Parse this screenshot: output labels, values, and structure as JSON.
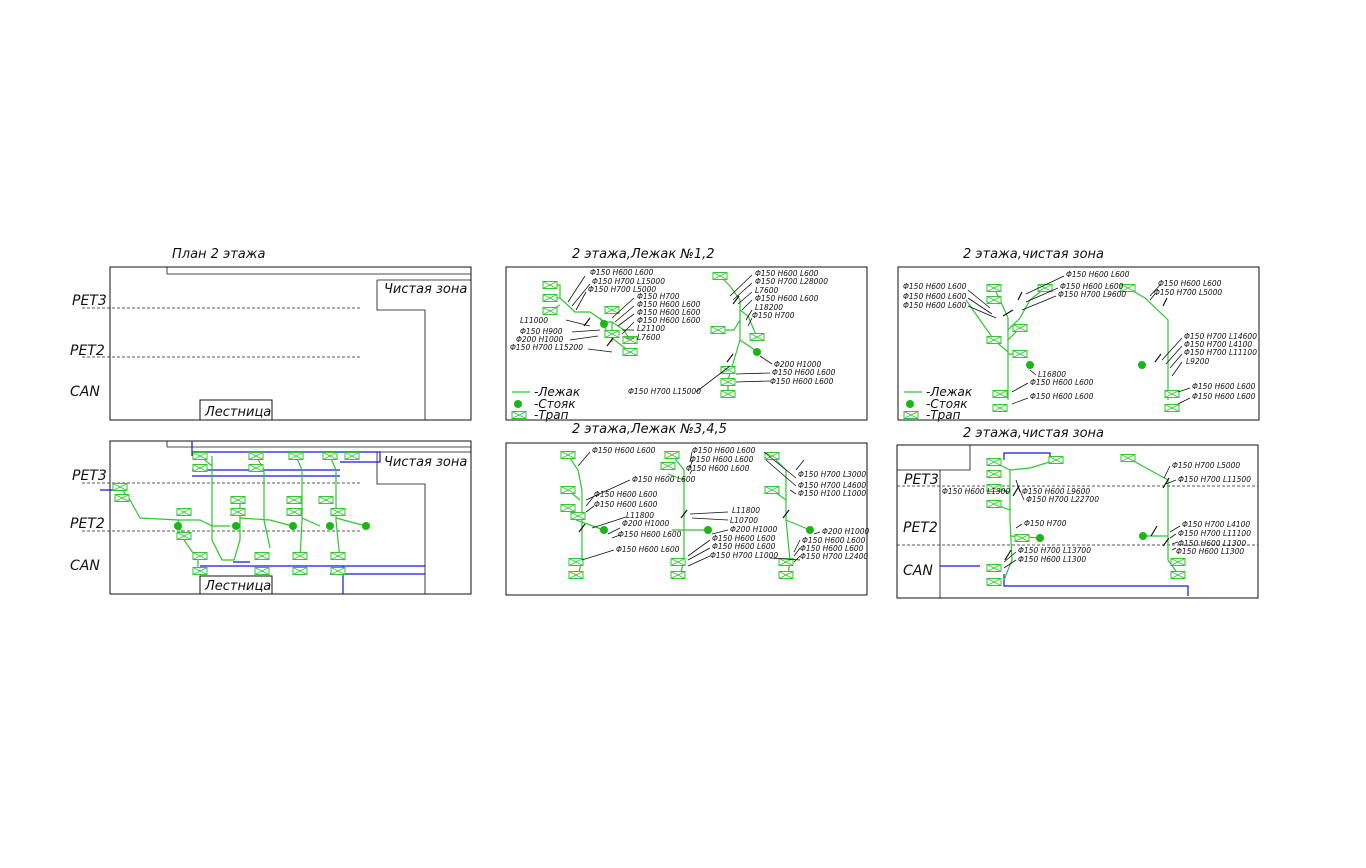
{
  "titles": {
    "plan": "План 2 этажа",
    "lezhak12": "2 этажа,Лежак №1,2",
    "clean_top": "2 этажа,чистая зона",
    "lezhak345": "2 этажа,Лежак №3,4,5",
    "clean_bottom": "2 этажа,чистая зона"
  },
  "zones": {
    "clean": "Чистая зона",
    "stairs": "Лестница",
    "pet3": "PET3",
    "pet2": "PET2",
    "can": "CAN"
  },
  "legend": {
    "lezhak": "-Лежак",
    "stoyak": "-Стояк",
    "trap": "-Трап"
  },
  "colors": {
    "pipe": "#2fc62f",
    "riser": "#19b519",
    "blue_line": "#1515e0",
    "frame": "#111111"
  },
  "ann12": [
    "Φ150 H600 L600",
    "Φ150 H700 L15000",
    "Φ150 H700 L5000",
    "Φ150 H700",
    "Φ150 H600 L600",
    "Φ150 H600 L600",
    "Φ150 H600 L600",
    "L11000",
    "L21100",
    "Φ150 H900",
    "Φ200 H1000",
    "L7600",
    "Φ150 H700 L15200",
    "Φ150 H600 L600",
    "Φ150 H700 L28000",
    "L7600",
    "Φ150 H600 L600",
    "L18200",
    "Φ150 H700",
    "Φ200 H1000",
    "Φ150 H600 L600",
    "Φ150 H600 L600",
    "Φ150 H700 L15000"
  ],
  "ann_clean_top": [
    "Φ150 H600 L600",
    "Φ150 H600 L600",
    "Φ150 H600 L600",
    "Φ150 H600 L600",
    "Φ150 H600 L600",
    "Φ150 H700 L9600",
    "Φ150 H600 L600",
    "Φ150 H700 L5000",
    "Φ150 H700 L14600",
    "Φ150 H700 L4100",
    "Φ150 H700 L11100",
    "L9200",
    "L16800",
    "Φ150 H600 L600",
    "Φ150 H600 L600",
    "Φ150 H600 L600",
    "Φ150 H600 L600"
  ],
  "ann345": [
    "Φ150 H600 L600",
    "Φ150 H600 L600",
    "Φ150 H600 L600",
    "Φ150 H600 L600",
    "Φ150 H700 L3000",
    "Φ150 H600 L600",
    "Φ150 H700 L4600",
    "Φ150 H600 L600",
    "Φ150 H100 L1000",
    "Φ150 H600 L600",
    "L11800",
    "L11800",
    "L10700",
    "Φ200 H1000",
    "Φ200 H1000",
    "Φ150 H600 L600",
    "Φ200 H1000",
    "Φ150 H600 L600",
    "Φ150 H600 L600",
    "Φ150 H600 L600",
    "Φ150 H700 L1000",
    "Φ150 H600 L600",
    "Φ150 H600 L600",
    "Φ150 H700 L2400"
  ],
  "ann_clean_bottom": [
    "Φ150 H700 L5000",
    "Φ150 H700 L11500",
    "Φ150 H600 L1300",
    "Φ150 H600 L9600",
    "Φ150 H700 L22700",
    "Φ150 H700",
    "Φ150 H700 L4100",
    "Φ150 H700 L11100",
    "Φ150 H600 L1300",
    "Φ150 H700 L13700",
    "Φ150 H600 L1300",
    "Φ150 H600 L1300"
  ]
}
